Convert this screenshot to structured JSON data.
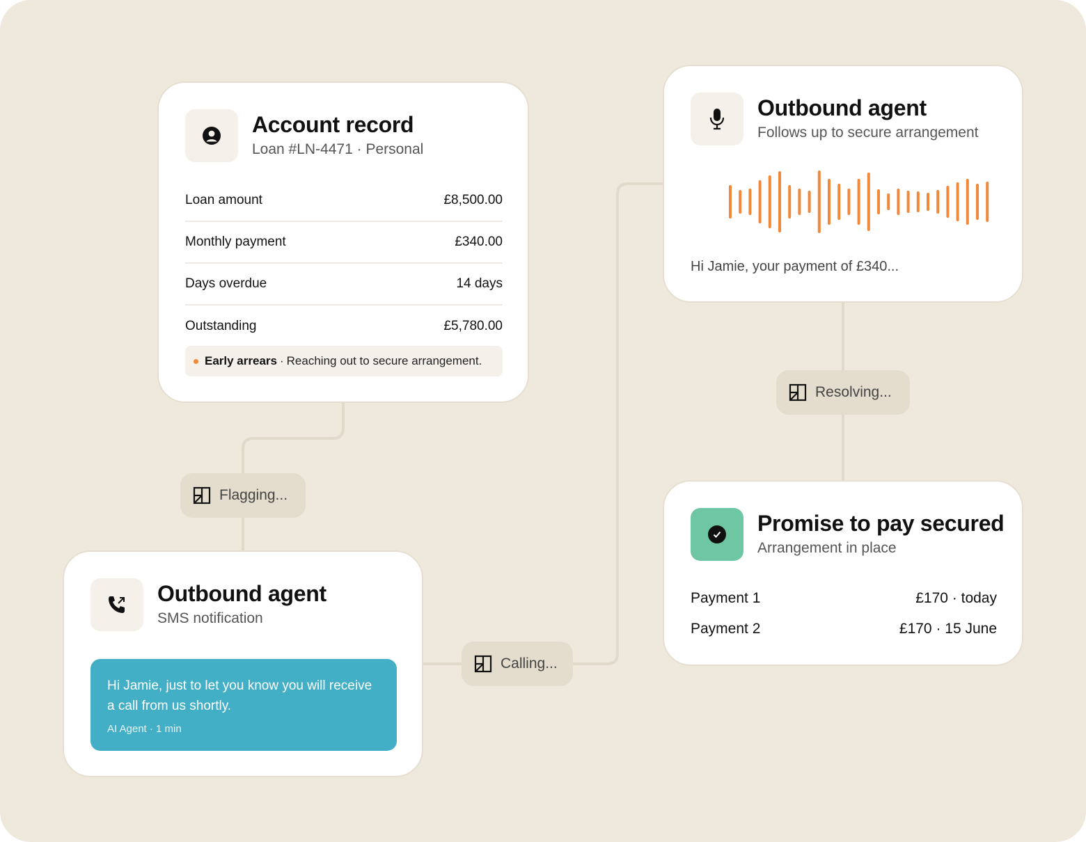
{
  "colors": {
    "background": "#efe8dc",
    "card": "#ffffff",
    "connector": "#e1d9ca",
    "chip": "#e4dccc",
    "accent_orange": "#f0893a",
    "sms_bubble": "#43afc7",
    "success_green": "#6fc6a2"
  },
  "account_record": {
    "icon": "user-circle-icon",
    "title": "Account record",
    "subtitle": "Loan #LN-4471 · Personal",
    "rows": [
      {
        "label": "Loan amount",
        "value": "£8,500.00"
      },
      {
        "label": "Monthly payment",
        "value": "£340.00"
      },
      {
        "label": "Days overdue",
        "value": "14 days"
      },
      {
        "label": "Outstanding",
        "value": "£5,780.00"
      }
    ],
    "status": {
      "label": "Early arrears",
      "separator": "·",
      "text": "Reaching out to secure arrangement."
    }
  },
  "steps": {
    "flagging": "Flagging...",
    "calling": "Calling...",
    "resolving": "Resolving...",
    "step_icon": "layout-icon"
  },
  "sms_agent": {
    "icon": "phone-outgoing-icon",
    "title": "Outbound agent",
    "subtitle": "SMS notification",
    "message": "Hi Jamie, just to let you know you will receive a call from us shortly.",
    "meta": "AI Agent · 1 min"
  },
  "voice_agent": {
    "icon": "microphone-icon",
    "title": "Outbound agent",
    "subtitle": "Follows up to secure arrangement",
    "transcript": "Hi Jamie, your payment of £340..."
  },
  "promise": {
    "icon": "check-circle-icon",
    "title": "Promise to pay secured",
    "subtitle": "Arrangement in place",
    "payments": [
      {
        "label": "Payment 1",
        "value": "£170 · today"
      },
      {
        "label": "Payment 2",
        "value": "£170 · 15 June"
      }
    ]
  }
}
